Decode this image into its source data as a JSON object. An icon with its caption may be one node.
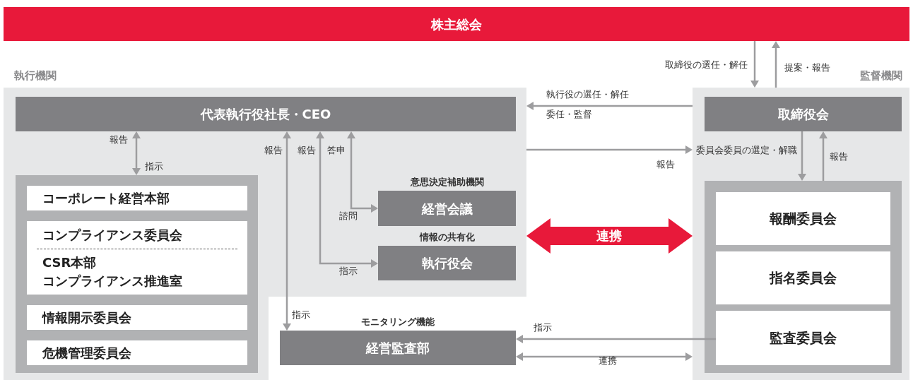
{
  "diagram": {
    "nodes": [
      {
        "text": [
          "株主総会"
        ]
      },
      {
        "text": [
          "執行機関"
        ]
      },
      {
        "text": [
          "代表執行役社長・CEO"
        ],
        "in": 1
      },
      {
        "text": [],
        "shape": "box",
        "in": 1
      },
      {
        "text": [
          "コーポレート経営本部"
        ],
        "in": 3
      },
      {
        "text": [
          "コンプライアンス委員会",
          "CSR本部",
          "コンプライアンス推進室"
        ],
        "in": 3
      },
      {
        "text": [
          "情報開示委員会"
        ],
        "in": 3
      },
      {
        "text": [
          "危機管理委員会"
        ],
        "in": 3
      },
      {
        "text": [
          "経営会議"
        ],
        "in": 1,
        "beside": [
          "意思決定補助機関"
        ]
      },
      {
        "text": [
          "執行役会"
        ],
        "in": 1,
        "beside": [
          "情報の共有化"
        ]
      },
      {
        "text": [
          "経営監査部"
        ],
        "beside": [
          "モニタリング機能"
        ]
      },
      {
        "text": [
          "監督機関"
        ]
      },
      {
        "text": [
          "取締役会"
        ],
        "in": 11
      },
      {
        "text": [],
        "shape": "box",
        "in": 11
      },
      {
        "text": [
          "報酬委員会"
        ],
        "in": 13
      },
      {
        "text": [
          "指名委員会"
        ],
        "in": 13
      },
      {
        "text": [
          "監査委員会"
        ],
        "in": 13
      }
    ],
    "edges": [
      {
        "from": 0,
        "to": 11,
        "arrow": "to",
        "label": "取締役の選任・解任"
      },
      {
        "from": 11,
        "to": 0,
        "arrow": "to",
        "label": "提案・報告"
      },
      {
        "from": 11,
        "to": 1,
        "arrow": "to",
        "label": "執行役の選任・解任"
      },
      {
        "from": 1,
        "to": 11,
        "arrow": "to",
        "label": "報告"
      },
      {
        "from": 12,
        "to": 13,
        "arrow": "to",
        "label": "委員会委員の選定・解職"
      },
      {
        "from": 13,
        "to": 12,
        "arrow": "to",
        "label": "報告"
      },
      {
        "from": 3,
        "to": 2,
        "arrow": "both",
        "label": "報告"
      },
      {
        "from": 10,
        "to": 2,
        "arrow": "both",
        "label": "報告"
      },
      {
        "from": 9,
        "to": 2,
        "arrow": "both",
        "label": "報告"
      },
      {
        "from": 8,
        "to": 2,
        "arrow": "both",
        "label": "答申"
      },
      {
        "from": 1,
        "to": 11,
        "arrow": "both",
        "label": "連携",
        "style": "thick",
        "color": "#e8193a"
      },
      {
        "from": 16,
        "to": 10,
        "arrow": "to",
        "label": "指示"
      },
      {
        "from": 10,
        "to": 11,
        "arrow": "both",
        "label": "連携"
      }
    ],
    "labels": [
      "委任・監督",
      "指示",
      "指示",
      "指示",
      "諮問"
    ]
  }
}
